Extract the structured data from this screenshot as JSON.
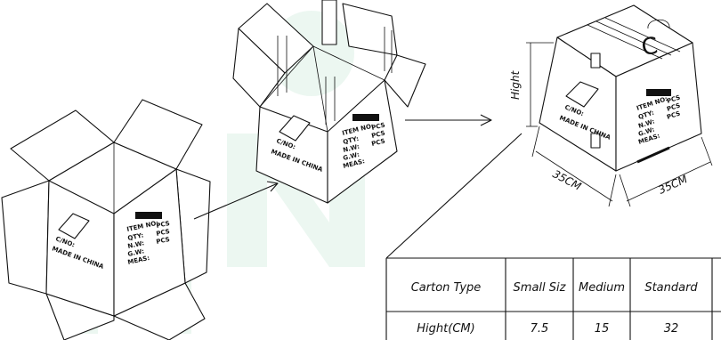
{
  "box_labels": {
    "cno": "C/NO:",
    "made": "MADE IN CHINA",
    "item": "ITEM NO:",
    "qty": "QTY:",
    "nw": "N.W:",
    "gw": "G.W:",
    "meas": "MEAS:",
    "pcs": "PCS"
  },
  "carton_letter": "C",
  "dimensions": {
    "height_label": "Hight",
    "width_label": "35CM",
    "depth_label": "35CM"
  },
  "table": {
    "header": [
      "Carton Type",
      "Small Siz",
      "Medium",
      "Standard"
    ],
    "rows": [
      [
        "Hight(CM)",
        "7.5",
        "15",
        "32"
      ]
    ]
  }
}
